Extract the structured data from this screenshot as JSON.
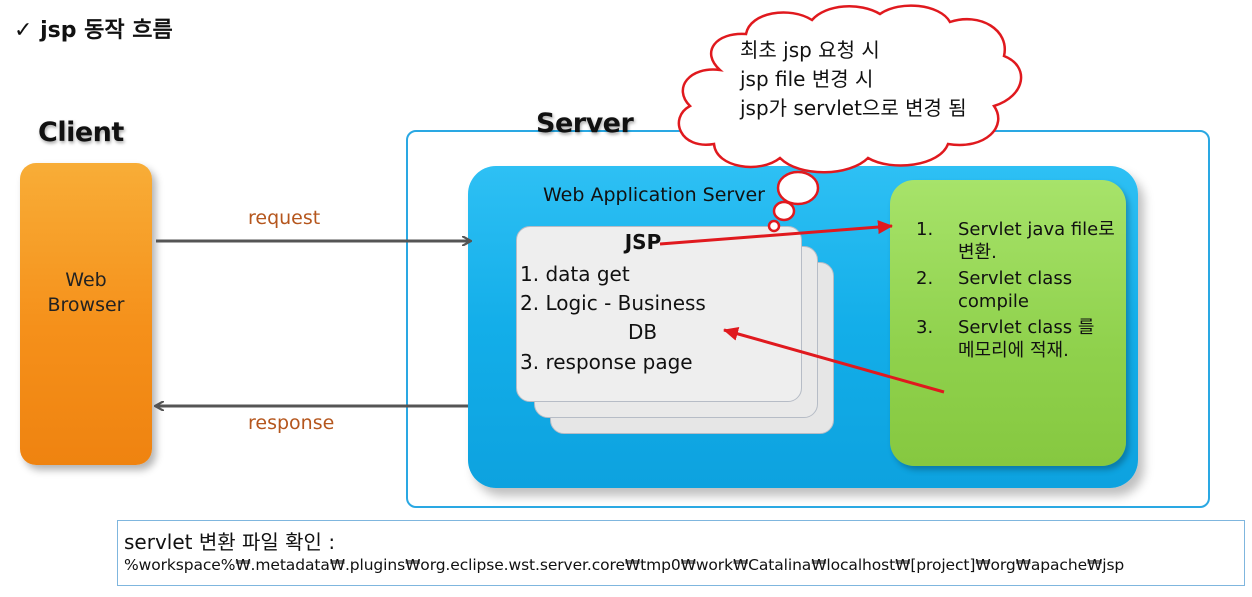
{
  "heading": "✓ jsp 동작 흐름",
  "client": {
    "title": "Client",
    "box_label": "Web\nBrowser"
  },
  "server": {
    "title": "Server",
    "was_title": "Web Application Server"
  },
  "jsp_card": {
    "title": "JSP",
    "steps": [
      "1. data get",
      "2. Logic - Business",
      "DB",
      "3. response page"
    ]
  },
  "process_steps": [
    {
      "num": "1.",
      "text": "Servlet java file로 변환."
    },
    {
      "num": "2.",
      "text": "Servlet class compile"
    },
    {
      "num": "3.",
      "text": "Servlet class 를 메모리에 적재."
    }
  ],
  "arrows": {
    "request": "request",
    "response": "response"
  },
  "cloud_note": "최초 jsp 요청 시\njsp file 변경 시\njsp가 servlet으로 변경 됨",
  "footer_note": {
    "title": "servlet 변환 파일 확인 :",
    "path": "%workspace%₩.metadata₩.plugins₩org.eclipse.wst.server.core₩tmp0₩work₩Catalina₩localhost₩[project]₩org₩apache₩jsp"
  },
  "colors": {
    "client_orange": "#f5901a",
    "was_blue": "#13aee9",
    "frame_blue": "#2aa8e3",
    "process_green": "#8fd14c",
    "arrow_red": "#e0191e",
    "label_brown": "#b5561d"
  }
}
